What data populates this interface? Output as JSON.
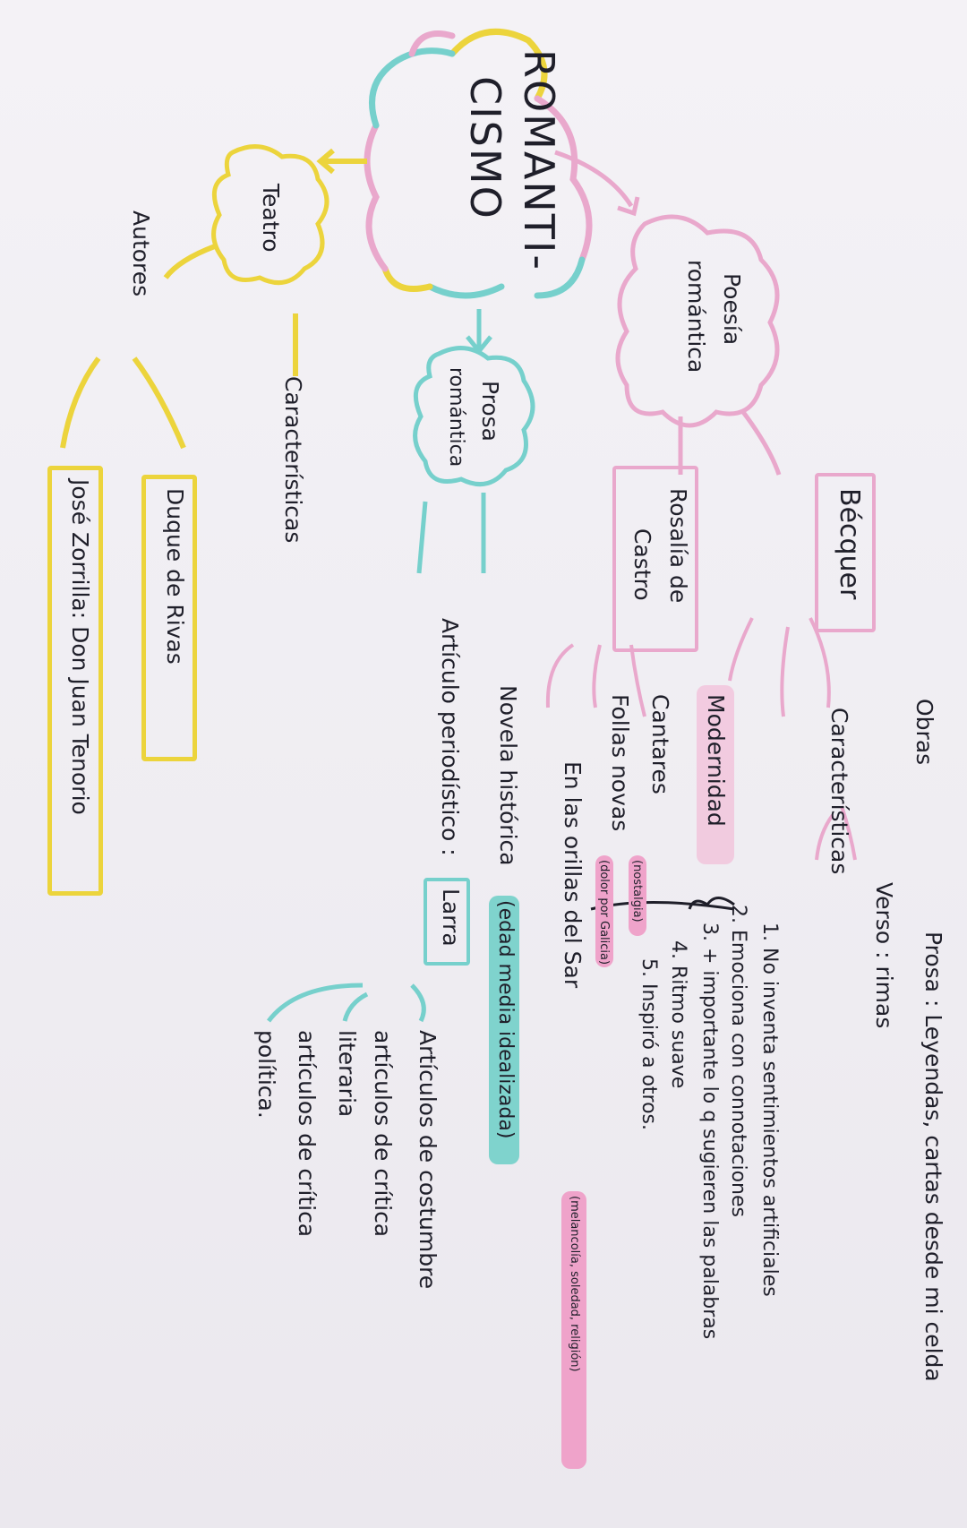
{
  "colors": {
    "pink": "#e9a8cc",
    "pink_strong": "#e06aa8",
    "yellow": "#ecd43c",
    "cyan": "#76d0cc",
    "ink": "#1f1f2a"
  },
  "nodes": {
    "root": {
      "line1": "ROMANTI-",
      "line2": "CISMO"
    },
    "poesia": {
      "line1": "Poesía",
      "line2": "romántica"
    },
    "prosa": {
      "line1": "Prosa",
      "line2": "romántica"
    },
    "teatro": {
      "label": "Teatro"
    }
  },
  "poesia_branch": {
    "becquer": "Bécquer",
    "obras": "Obras",
    "prosa_obras": "Prosa : Leyendas, cartas desde mi celda",
    "verso_obras": "Verso : rimas",
    "caracteristicas": "Características",
    "modernidad": "Modernidad",
    "modernidad_items": [
      "1. No inventa sentimientos artificiales",
      "2. Emociona con connotaciones",
      "3. + importante lo q sugieren las palabras",
      "4. Ritmo suave",
      "5. Inspiró a otros."
    ],
    "rosalia": {
      "line1": "Rosalía de",
      "line2": "Castro"
    },
    "cantares": "Cantares",
    "cantares_note": "(nostalgia)",
    "follas": "Follas novas",
    "follas_note": "(dolor por Galicia)",
    "orillas": "En las orillas del Sar",
    "orillas_note": "(melancolía, soledad, religión)"
  },
  "prosa_branch": {
    "novela": "Novela histórica",
    "novela_note": "(edad media idealizada)",
    "articulo": "Artículo periodístico :",
    "larra": "Larra",
    "larra_items": [
      "Artículos de costumbre",
      "artículos de crítica",
      "literaria",
      "artículos de crítica",
      "política."
    ]
  },
  "teatro_branch": {
    "caracteristicas": "Características",
    "autores": "Autores",
    "duque": "Duque de Rivas",
    "zorrilla": "José Zorrilla: Don Juan Tenorio"
  }
}
